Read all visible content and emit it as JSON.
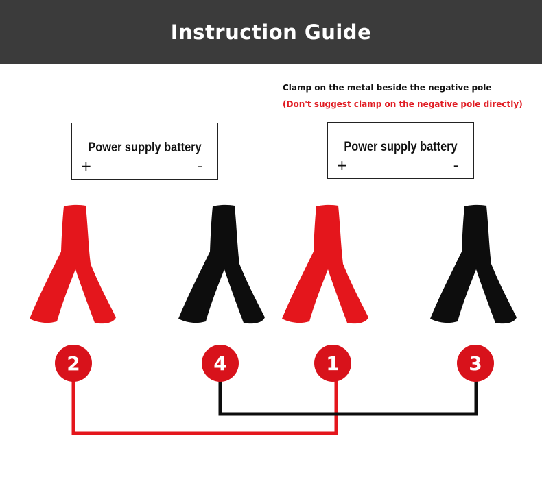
{
  "header": {
    "title": "Instruction Guide"
  },
  "notes": {
    "line1": "Clamp on the metal beside the negative pole",
    "line2": "(Don't suggest clamp on the negative pole directly)"
  },
  "batteries": [
    {
      "label": "Power supply battery",
      "plus": "+",
      "minus": "-"
    },
    {
      "label": "Power supply battery",
      "plus": "+",
      "minus": "-"
    }
  ],
  "clamps": [
    {
      "color": "red",
      "step": "2"
    },
    {
      "color": "black",
      "step": "4"
    },
    {
      "color": "red",
      "step": "1"
    },
    {
      "color": "black",
      "step": "3"
    }
  ],
  "colors": {
    "header_bg": "#3b3b3b",
    "red": "#e4161c",
    "black": "#0d0d0d",
    "badge": "#d8121b",
    "warning_text": "#e01b22"
  }
}
